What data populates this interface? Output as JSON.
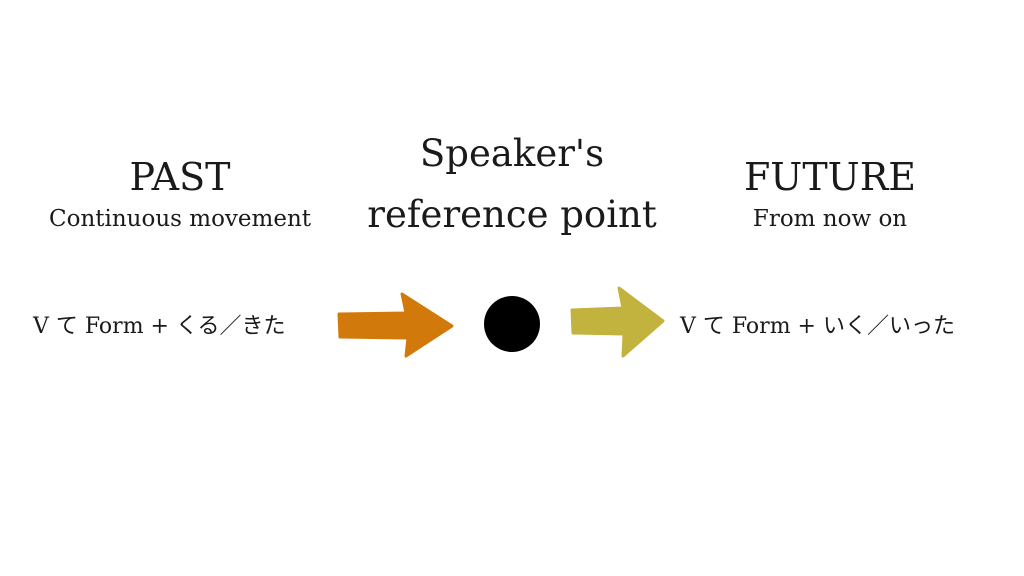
{
  "past": {
    "title": "PAST",
    "subtitle": "Continuous movement",
    "formula": "V て Form + くる／きた",
    "arrow_color": "#d1790a"
  },
  "reference": {
    "line1": "Speaker's",
    "line2": "reference point",
    "dot_color": "#000000"
  },
  "future": {
    "title": "FUTURE",
    "subtitle": "From now on",
    "formula": "V て Form + いく／いった",
    "arrow_color": "#c2b33f"
  }
}
